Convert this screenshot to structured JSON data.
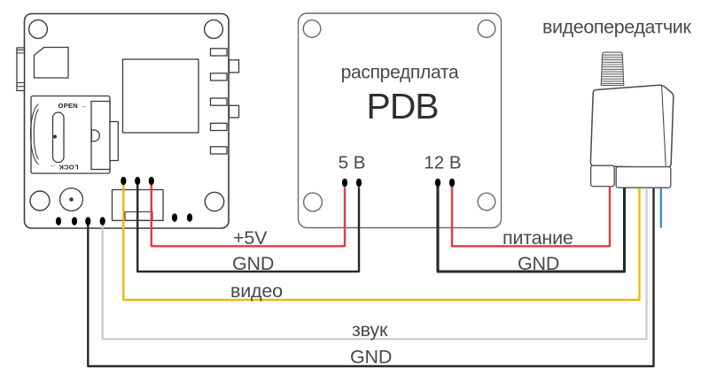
{
  "colors": {
    "red": "#e63b40",
    "yellow": "#f6b30e",
    "gray": "#c8c8c8",
    "black": "#28282a",
    "blue": "#3f8fd6",
    "text": "#47494f",
    "textDark": "#2e3036",
    "outline": "#3b3b3d",
    "outlineLight": "#6a6a6c"
  },
  "camera_board": {
    "sd_open_label": "OPEN →",
    "sd_lock_label": "LOCK →"
  },
  "pdb_board": {
    "subtitle": "распредплата",
    "title": "PDB",
    "out_5v_label": "5 В",
    "out_12v_label": "12 В"
  },
  "transmitter": {
    "title": "видеопередатчик"
  },
  "wire_labels": {
    "plus5v": "+5V",
    "gnd_camera": "GND",
    "video": "видео",
    "sound": "звук",
    "gnd_bottom": "GND",
    "power": "питание",
    "gnd_transmitter": "GND"
  }
}
